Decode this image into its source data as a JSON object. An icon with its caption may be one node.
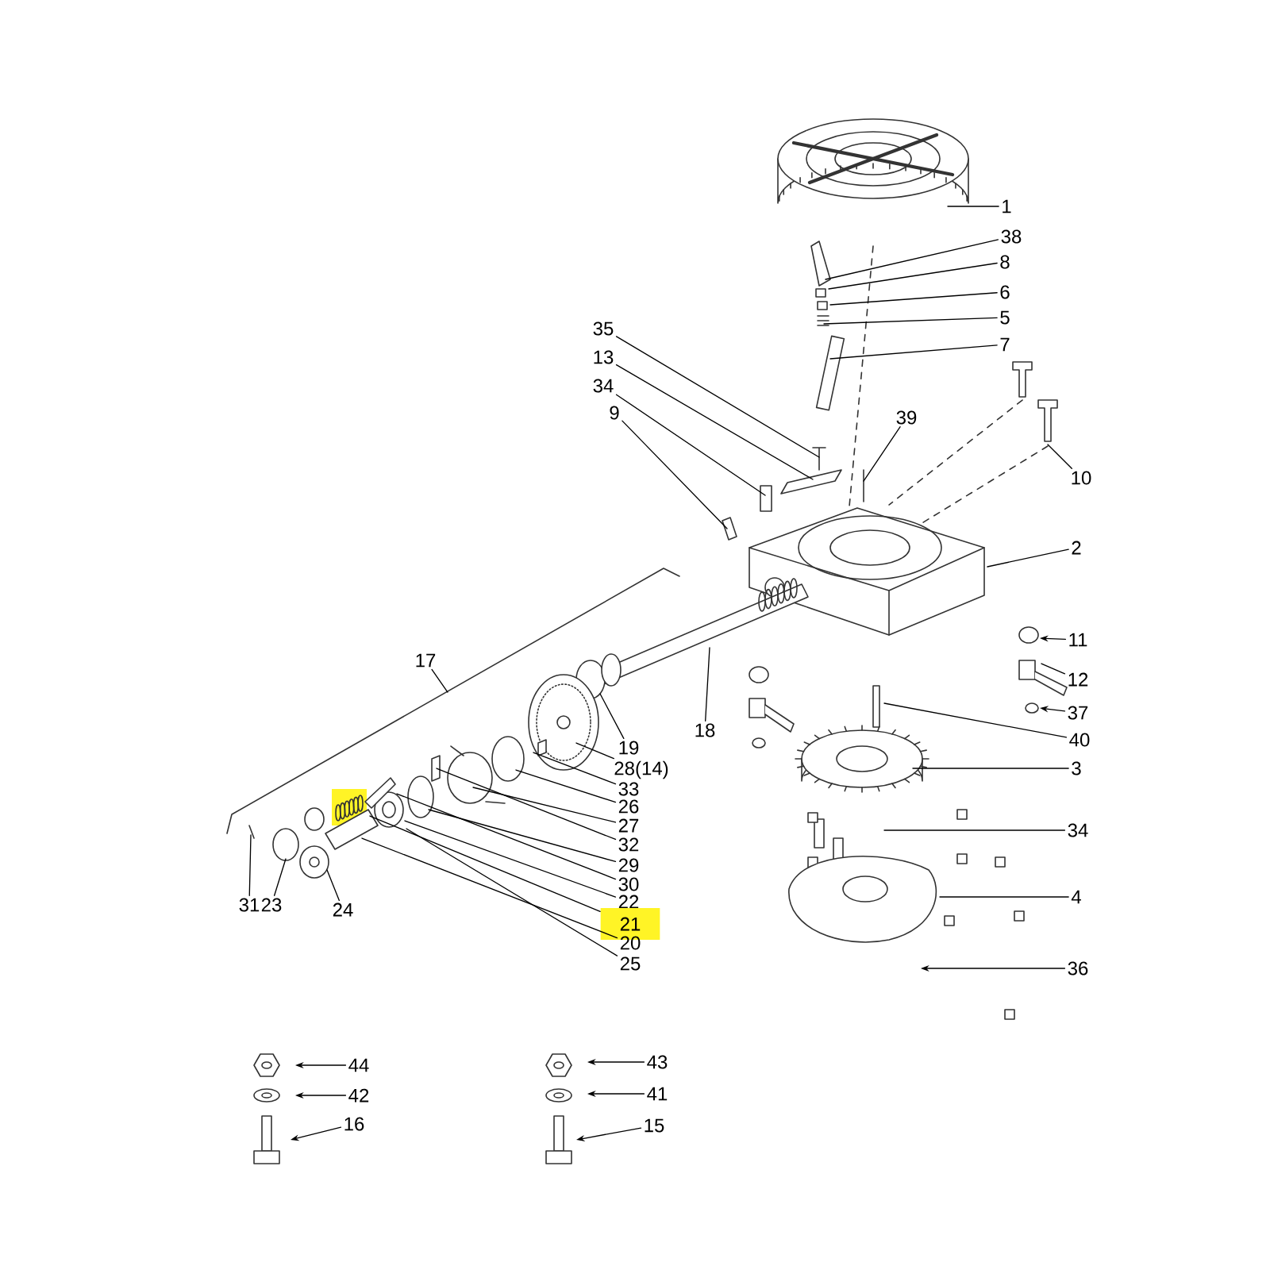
{
  "diagram": {
    "nodes": [
      {
        "text": [
          "1"
        ]
      },
      {
        "text": [
          "38"
        ]
      },
      {
        "text": [
          "8"
        ]
      },
      {
        "text": [
          "6"
        ]
      },
      {
        "text": [
          "5"
        ]
      },
      {
        "text": [
          "7"
        ]
      },
      {
        "text": [
          "35"
        ]
      },
      {
        "text": [
          "13"
        ]
      },
      {
        "text": [
          "34"
        ]
      },
      {
        "text": [
          "9"
        ]
      },
      {
        "text": [
          "39"
        ]
      },
      {
        "text": [
          "10"
        ]
      },
      {
        "text": [
          "2"
        ]
      },
      {
        "text": [
          "11"
        ]
      },
      {
        "text": [
          "12"
        ]
      },
      {
        "text": [
          "37"
        ]
      },
      {
        "text": [
          "40"
        ]
      },
      {
        "text": [
          "3"
        ]
      },
      {
        "text": [
          "34"
        ]
      },
      {
        "text": [
          "4"
        ]
      },
      {
        "text": [
          "36"
        ]
      },
      {
        "text": [
          "17"
        ]
      },
      {
        "text": [
          "18"
        ]
      },
      {
        "text": [
          "19"
        ]
      },
      {
        "text": [
          "28(14)"
        ]
      },
      {
        "text": [
          "33"
        ]
      },
      {
        "text": [
          "26"
        ]
      },
      {
        "text": [
          "27"
        ]
      },
      {
        "text": [
          "32"
        ]
      },
      {
        "text": [
          "29"
        ]
      },
      {
        "text": [
          "30"
        ]
      },
      {
        "text": [
          "22"
        ]
      },
      {
        "text": [
          "21"
        ]
      },
      {
        "text": [
          "20"
        ]
      },
      {
        "text": [
          "25"
        ]
      },
      {
        "text": [
          "31"
        ]
      },
      {
        "text": [
          "23"
        ]
      },
      {
        "text": [
          "24"
        ]
      },
      {
        "text": [
          "44"
        ]
      },
      {
        "text": [
          "42"
        ]
      },
      {
        "text": [
          "16"
        ]
      },
      {
        "text": [
          "43"
        ]
      },
      {
        "text": [
          "41"
        ]
      },
      {
        "text": [
          "15"
        ]
      }
    ],
    "edges": [
      {
        "from": 0,
        "to": null,
        "arrow": "none"
      },
      {
        "from": 1,
        "to": null,
        "arrow": "none"
      },
      {
        "from": 2,
        "to": null,
        "arrow": "none"
      },
      {
        "from": 3,
        "to": null,
        "arrow": "none"
      },
      {
        "from": 4,
        "to": null,
        "arrow": "none"
      },
      {
        "from": 5,
        "to": null,
        "arrow": "none"
      },
      {
        "from": 6,
        "to": null,
        "arrow": "none"
      },
      {
        "from": 7,
        "to": null,
        "arrow": "none"
      },
      {
        "from": 8,
        "to": null,
        "arrow": "none"
      },
      {
        "from": 9,
        "to": null,
        "arrow": "none"
      },
      {
        "from": 10,
        "to": null,
        "arrow": "none"
      },
      {
        "from": 11,
        "to": null,
        "arrow": "none"
      },
      {
        "from": 12,
        "to": null,
        "arrow": "none"
      },
      {
        "from": 13,
        "to": null,
        "arrow": "to"
      },
      {
        "from": 14,
        "to": null,
        "arrow": "none"
      },
      {
        "from": 15,
        "to": null,
        "arrow": "to"
      },
      {
        "from": 16,
        "to": null,
        "arrow": "none"
      },
      {
        "from": 17,
        "to": null,
        "arrow": "none"
      },
      {
        "from": 18,
        "to": null,
        "arrow": "none"
      },
      {
        "from": 19,
        "to": null,
        "arrow": "none"
      },
      {
        "from": 20,
        "to": null,
        "arrow": "to"
      },
      {
        "from": 21,
        "to": null,
        "arrow": "none"
      },
      {
        "from": 22,
        "to": null,
        "arrow": "none"
      },
      {
        "from": 23,
        "to": null,
        "arrow": "none"
      },
      {
        "from": 24,
        "to": null,
        "arrow": "none"
      },
      {
        "from": 25,
        "to": null,
        "arrow": "none"
      },
      {
        "from": 26,
        "to": null,
        "arrow": "none"
      },
      {
        "from": 27,
        "to": null,
        "arrow": "none"
      },
      {
        "from": 28,
        "to": null,
        "arrow": "none"
      },
      {
        "from": 29,
        "to": null,
        "arrow": "none"
      },
      {
        "from": 30,
        "to": null,
        "arrow": "none"
      },
      {
        "from": 31,
        "to": null,
        "arrow": "none"
      },
      {
        "from": 32,
        "to": null,
        "arrow": "none"
      },
      {
        "from": 33,
        "to": null,
        "arrow": "none"
      },
      {
        "from": 34,
        "to": null,
        "arrow": "none"
      },
      {
        "from": 35,
        "to": null,
        "arrow": "none"
      },
      {
        "from": 36,
        "to": null,
        "arrow": "none"
      },
      {
        "from": 37,
        "to": null,
        "arrow": "none"
      },
      {
        "from": 38,
        "to": null,
        "arrow": "to"
      },
      {
        "from": 39,
        "to": null,
        "arrow": "to"
      },
      {
        "from": 40,
        "to": null,
        "arrow": "to"
      },
      {
        "from": 41,
        "to": null,
        "arrow": "to"
      },
      {
        "from": 42,
        "to": null,
        "arrow": "to"
      },
      {
        "from": 43,
        "to": null,
        "arrow": "to"
      }
    ]
  }
}
